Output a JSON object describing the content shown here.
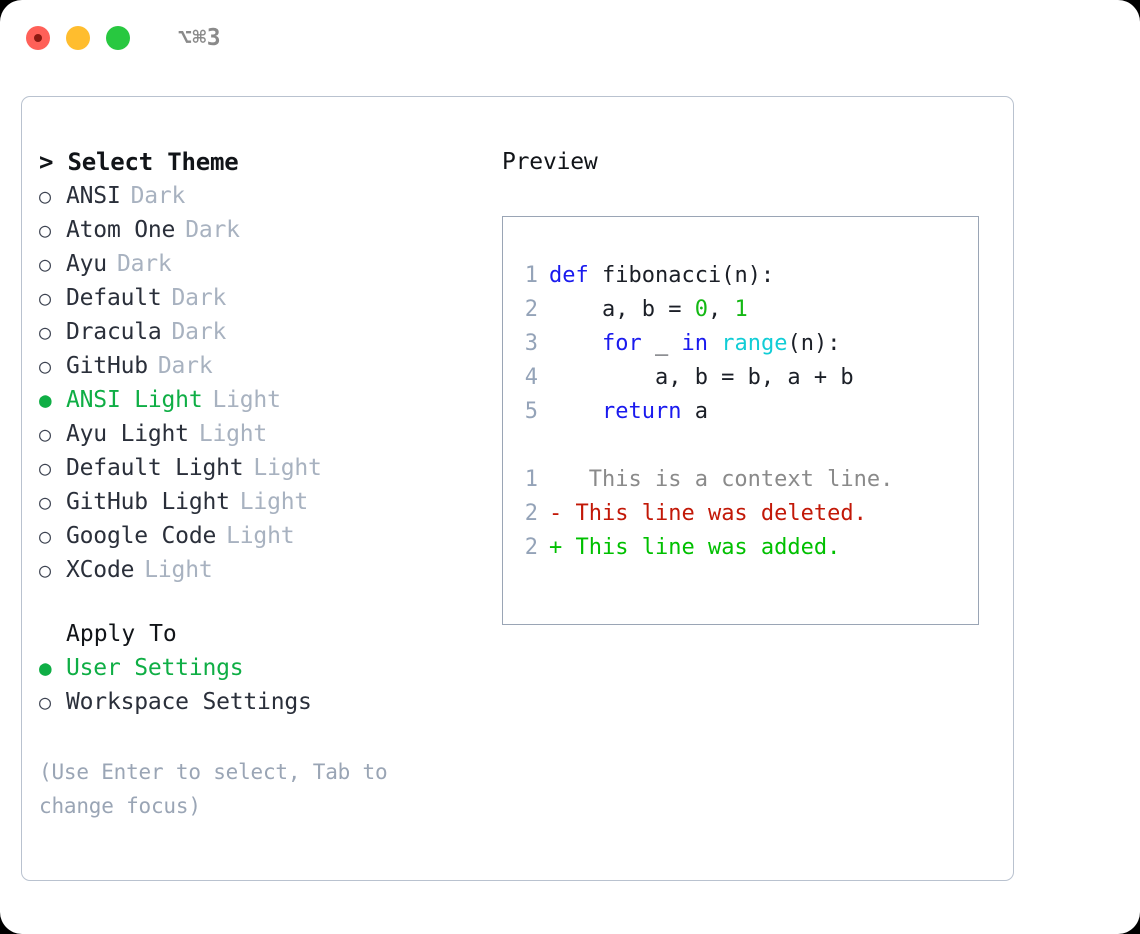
{
  "titlebar": {
    "shortcut": "⌥⌘3",
    "lights": [
      {
        "name": "close-button",
        "color": "#ff6058"
      },
      {
        "name": "minimize-button",
        "color": "#ffbd2e"
      },
      {
        "name": "maximize-button",
        "color": "#28c840"
      }
    ]
  },
  "theme_picker": {
    "heading": "> Select Theme",
    "bullet_empty": "○",
    "bullet_filled": "●",
    "items": [
      {
        "name": "ANSI",
        "tag": "Dark",
        "selected": false
      },
      {
        "name": "Atom One",
        "tag": "Dark",
        "selected": false
      },
      {
        "name": "Ayu",
        "tag": "Dark",
        "selected": false
      },
      {
        "name": "Default",
        "tag": "Dark",
        "selected": false
      },
      {
        "name": "Dracula",
        "tag": "Dark",
        "selected": false
      },
      {
        "name": "GitHub",
        "tag": "Dark",
        "selected": false
      },
      {
        "name": "ANSI Light",
        "tag": "Light",
        "selected": true
      },
      {
        "name": "Ayu Light",
        "tag": "Light",
        "selected": false
      },
      {
        "name": "Default Light",
        "tag": "Light",
        "selected": false
      },
      {
        "name": "GitHub Light",
        "tag": "Light",
        "selected": false
      },
      {
        "name": "Google Code",
        "tag": "Light",
        "selected": false
      },
      {
        "name": "XCode",
        "tag": "Light",
        "selected": false
      }
    ]
  },
  "apply_to": {
    "heading": "Apply To",
    "options": [
      {
        "name": "User Settings",
        "selected": true
      },
      {
        "name": "Workspace Settings",
        "selected": false
      }
    ]
  },
  "hint": "(Use Enter to select, Tab to change focus)",
  "preview": {
    "heading": "Preview",
    "code": [
      {
        "lineno": "1",
        "tokens": [
          {
            "t": "def",
            "c": "kw"
          },
          {
            "t": " fibonacci(n):",
            "c": "pl"
          }
        ]
      },
      {
        "lineno": "2",
        "tokens": [
          {
            "t": "    a, b = ",
            "c": "pl"
          },
          {
            "t": "0",
            "c": "num"
          },
          {
            "t": ", ",
            "c": "pl"
          },
          {
            "t": "1",
            "c": "num"
          }
        ]
      },
      {
        "lineno": "3",
        "tokens": [
          {
            "t": "    ",
            "c": "pl"
          },
          {
            "t": "for",
            "c": "kw"
          },
          {
            "t": " _ ",
            "c": "pl"
          },
          {
            "t": "in",
            "c": "kw"
          },
          {
            "t": " ",
            "c": "pl"
          },
          {
            "t": "range",
            "c": "bi"
          },
          {
            "t": "(n):",
            "c": "pl"
          }
        ]
      },
      {
        "lineno": "4",
        "tokens": [
          {
            "t": "        a, b = b, a + b",
            "c": "pl"
          }
        ]
      },
      {
        "lineno": "5",
        "tokens": [
          {
            "t": "    ",
            "c": "pl"
          },
          {
            "t": "return",
            "c": "kw"
          },
          {
            "t": " a",
            "c": "pl"
          }
        ]
      }
    ],
    "diff": [
      {
        "lineno": "1",
        "sign": " ",
        "text": "  This is a context line.",
        "kind": "ctx"
      },
      {
        "lineno": "2",
        "sign": "-",
        "text": " This line was deleted.",
        "kind": "del"
      },
      {
        "lineno": "2",
        "sign": "+",
        "text": " This line was added.",
        "kind": "add"
      }
    ]
  },
  "colors": {
    "accent_green": "#0fae45",
    "keyword_blue": "#1a1aee",
    "builtin_cyan": "#11cdd6",
    "number_green": "#14b814",
    "diff_delete_red": "#c21807",
    "diff_add_green": "#00c000",
    "muted_gray": "#a8b2c0",
    "border_gray": "#9aa5b5"
  }
}
